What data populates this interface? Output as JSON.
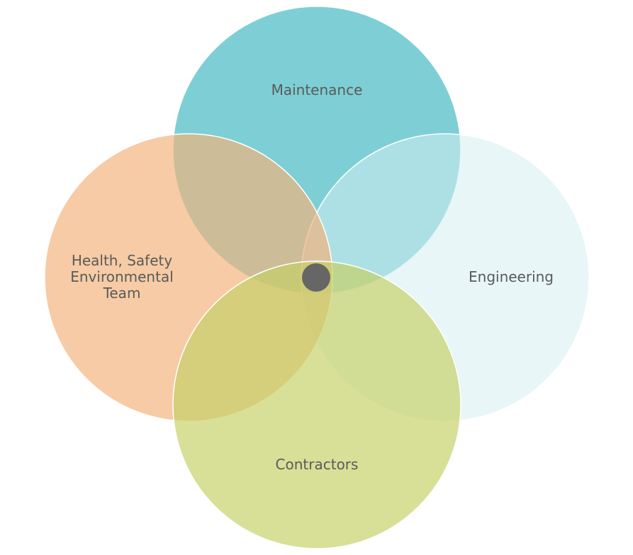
{
  "diagram": {
    "circles": [
      {
        "id": "maintenance",
        "label": "Maintenance",
        "color": "#7dcfd5"
      },
      {
        "id": "engineering",
        "label": "Engineering",
        "color": "#e6f5f7"
      },
      {
        "id": "contractors",
        "label": "Contractors",
        "color": "#d3db86"
      },
      {
        "id": "hse",
        "label_lines": [
          "Health, Safety",
          "Environmental",
          "Team"
        ],
        "color": "#f5c49a"
      }
    ],
    "center_dot_color": "#666666"
  }
}
